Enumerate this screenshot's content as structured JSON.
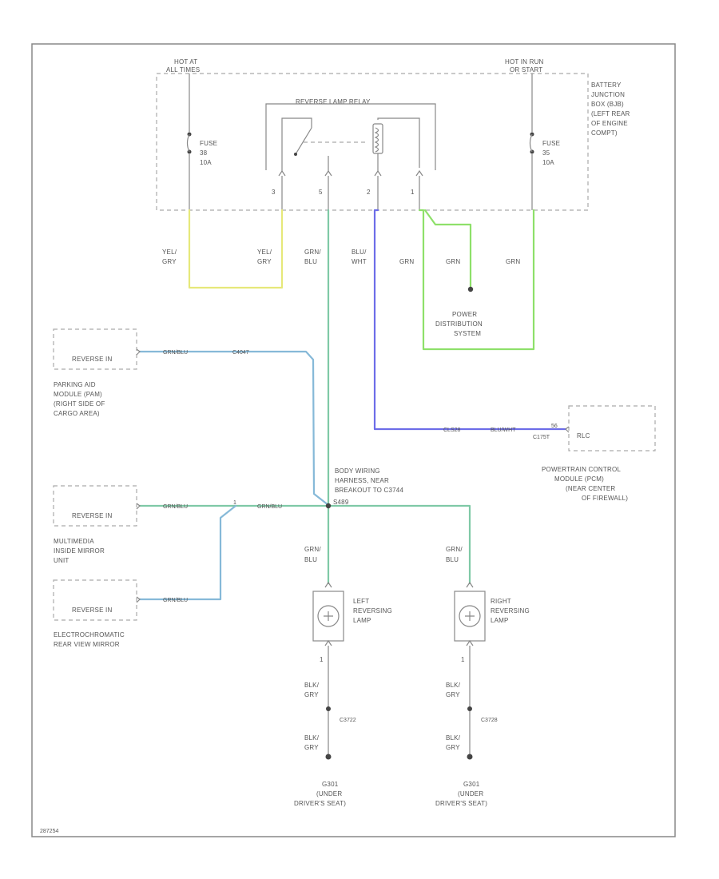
{
  "colors": {
    "yel_gry": "#e6e87a",
    "grn_blu": "#7fc9a6",
    "blu_wht": "#6d6de8",
    "grn": "#8ee06a",
    "grn_blu_alt": "#86b9d8"
  },
  "junction_box": {
    "hot_left": [
      "HOT AT",
      "ALL TIMES"
    ],
    "hot_right": [
      "HOT IN RUN",
      "OR START"
    ],
    "description": [
      "BATTERY",
      "JUNCTION",
      "BOX (BJB)",
      "(LEFT REAR",
      "OF ENGINE",
      "COMPT)"
    ],
    "fuse_left": [
      "FUSE",
      "38",
      "10A"
    ],
    "fuse_right": [
      "FUSE",
      "35",
      "10A"
    ],
    "relay_title": "REVERSE LAMP RELAY",
    "pins": [
      "3",
      "5",
      "2",
      "1"
    ]
  },
  "wires": {
    "yel_gry_1": [
      "YEL/",
      "GRY"
    ],
    "yel_gry_2": [
      "YEL/",
      "GRY"
    ],
    "grn_blu_main": [
      "GRN/",
      "BLU"
    ],
    "blu_wht": [
      "BLU/",
      "WHT"
    ],
    "grn_1": "GRN",
    "grn_2": "GRN",
    "grn_3": "GRN",
    "grn_blu_left": [
      "GRN/",
      "BLU"
    ],
    "grn_blu_right": [
      "GRN/",
      "BLU"
    ],
    "blk_gry": [
      "BLK/",
      "GRY"
    ]
  },
  "power_distribution": [
    "POWER",
    "DISTRIBUTION",
    "SYSTEM"
  ],
  "pam": {
    "label": "REVERSE IN",
    "wire1": "GRN/BLU",
    "wire2": "C4047",
    "caption": [
      "PARKING AID",
      "MODULE (PAM)",
      "(RIGHT SIDE OF",
      "CARGO AREA)"
    ]
  },
  "multimedia": {
    "label": "REVERSE IN",
    "wire1": "GRN/BLU",
    "wire2": "GRN/BLU",
    "connector": "1",
    "caption": [
      "MULTIMEDIA",
      "INSIDE MIRROR",
      "UNIT"
    ]
  },
  "ec_mirror": {
    "label": "REVERSE IN",
    "wire1": "GRN/BLU",
    "caption": [
      "ELECTROCHROMATIC",
      "REAR VIEW MIRROR"
    ]
  },
  "pcm": {
    "label": "RLC",
    "wire1": "CLS28",
    "wire2": "BLU/WHT",
    "pin": "56",
    "connector": "C175T",
    "caption": [
      "POWERTRAIN CONTROL",
      "MODULE (PCM)",
      "(NEAR CENTER",
      "OF FIREWALL)"
    ]
  },
  "splice": {
    "caption": [
      "BODY WIRING",
      "HARNESS, NEAR",
      "BREAKOUT TO C3744"
    ],
    "id": "S489"
  },
  "left_lamp": {
    "label": [
      "LEFT",
      "REVERSING",
      "LAMP"
    ],
    "pin": "1",
    "connector": "C3722",
    "ground": [
      "G301",
      "(UNDER",
      "DRIVER'S SEAT)"
    ]
  },
  "right_lamp": {
    "label": [
      "RIGHT",
      "REVERSING",
      "LAMP"
    ],
    "pin": "1",
    "connector": "C3728",
    "ground": [
      "G301",
      "(UNDER",
      "DRIVER'S SEAT)"
    ]
  },
  "figure_id": "287254"
}
